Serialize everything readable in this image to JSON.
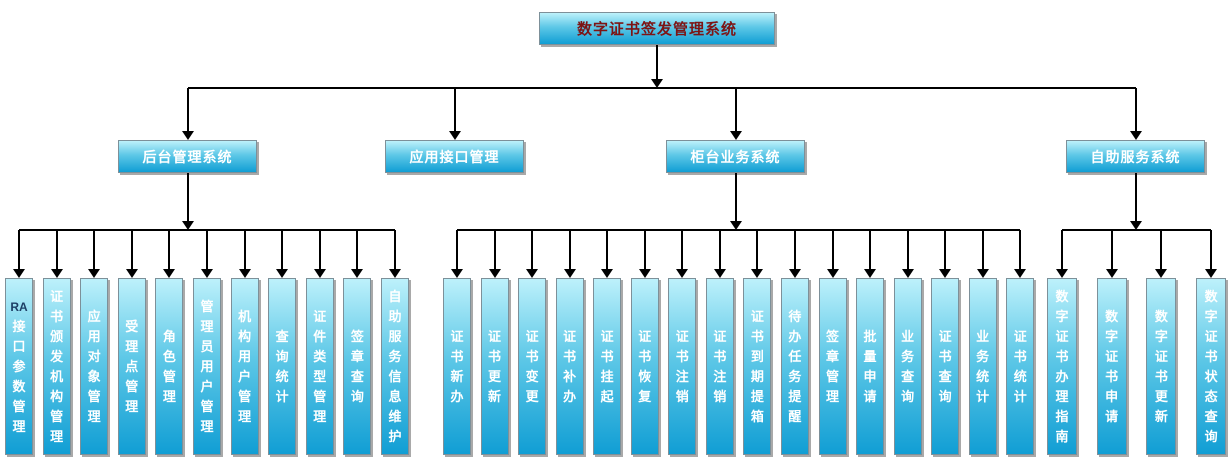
{
  "root": {
    "label": "数字证书签发管理系统"
  },
  "branches": [
    {
      "label": "后台管理系统",
      "children": [
        "RA接口参数管理",
        "证书颁发机构管理",
        "应用对象管理",
        "受理点管理",
        "角色管理",
        "管理员用户管理",
        "机构用户管理",
        "查询统计",
        "证件类型管理",
        "签章查询",
        "自助服务信息维护"
      ]
    },
    {
      "label": "应用接口管理",
      "children": []
    },
    {
      "label": "柜台业务系统",
      "children": [
        "证书新办",
        "证书更新",
        "证书变更",
        "证书补办",
        "证书挂起",
        "证书恢复",
        "证书注销",
        "证书注销",
        "证书到期提箱",
        "待办任务提醒",
        "签章管理",
        "批量申请",
        "业务查询",
        "证书查询",
        "业务统计",
        "证书统计"
      ]
    },
    {
      "label": "自助服务系统",
      "children": [
        "数字证书办理指南",
        "数字证书申请",
        "数字证书更新",
        "数字证书状态查询"
      ]
    }
  ],
  "colors": {
    "box_gradient_top": "#bdf1fb",
    "box_gradient_bottom": "#119ed4",
    "box_border": "#7d9099",
    "box_shadow": "#a9a9a9",
    "root_text": "#7d1414",
    "node_text": "#ffffff",
    "latin_text": "#1d3f66",
    "connector": "#000000"
  }
}
